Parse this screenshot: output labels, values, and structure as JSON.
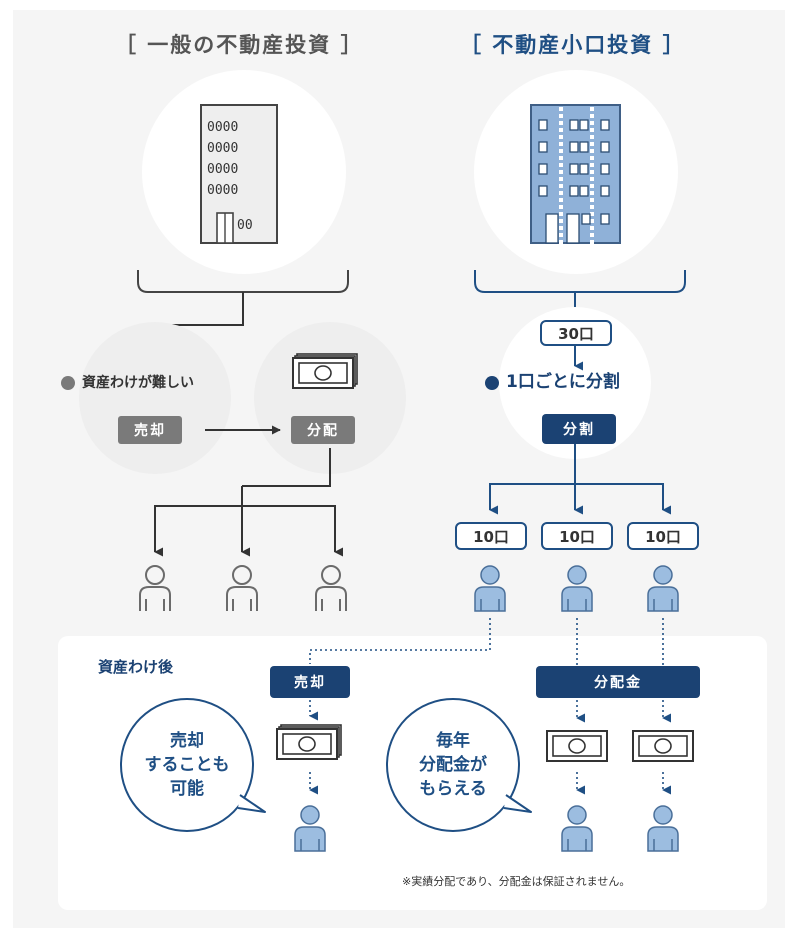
{
  "left": {
    "heading": "［ 一般の不動産投資 ］",
    "difficulty": "資産わけが難しい",
    "sell_label": "売却",
    "distribute_label": "分配"
  },
  "right": {
    "heading": "［ 不動産小口投資 ］",
    "total_units": "30口",
    "split_text": "1口ごとに分割",
    "split_label": "分割",
    "unit_boxes": [
      "10口",
      "10口",
      "10口"
    ]
  },
  "after": {
    "title": "資産わけ後",
    "sell_label": "売却",
    "dividend_label": "分配金",
    "bubble_sell": [
      "売却",
      "することも",
      "可能"
    ],
    "bubble_dividend": [
      "毎年",
      "分配金が",
      "もらえる"
    ],
    "footnote": "※実績分配であり、分配金は保証されません。"
  },
  "colors": {
    "accent_blue": "#1f4f84",
    "dark_blue": "#1b4273",
    "building_blue": "#8fb1d8",
    "person_blue": "#9cbde0",
    "gray_pill": "#7a7a7a",
    "circle_bg": "#eeeeee"
  }
}
